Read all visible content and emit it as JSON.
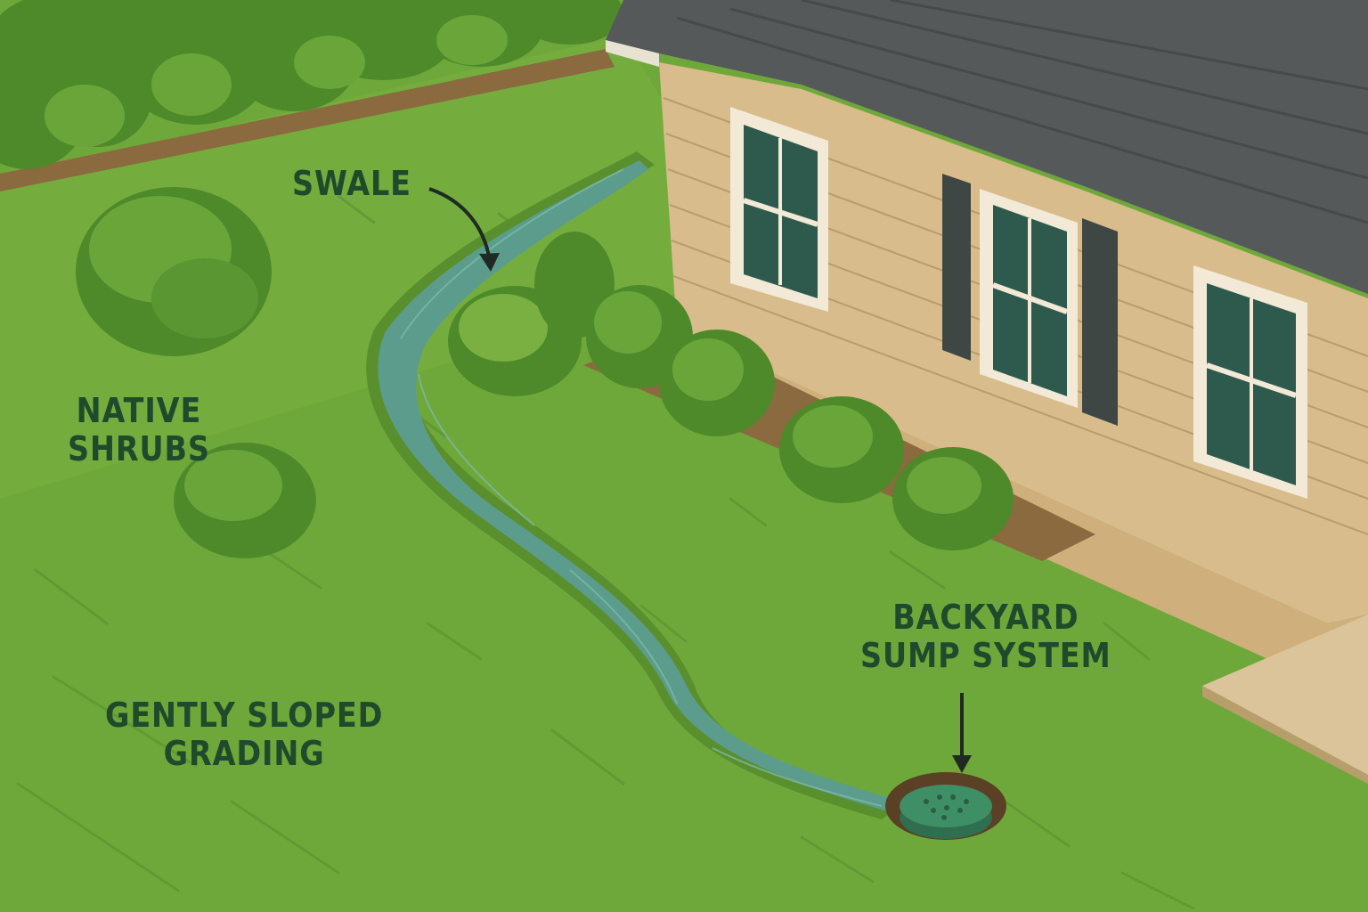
{
  "labels": {
    "swale": {
      "lines": [
        "SWALE"
      ]
    },
    "native_shrubs": {
      "lines": [
        "NATIVE",
        "SHRUBS"
      ]
    },
    "gently_sloped_grading": {
      "lines": [
        "GENTLY SLOPED",
        "GRADING"
      ]
    },
    "backyard_sump_system": {
      "lines": [
        "BACKYARD",
        "SUMP SYSTEM"
      ]
    }
  },
  "colors": {
    "label_text": "#1f4a2c",
    "lawn": "#6ea63a",
    "lawn_dark": "#5a8f2e",
    "hedge": "#4f8a2a",
    "swale_water": "#5c9c8c",
    "siding": "#d8bc8c",
    "foundation": "#cfb07c",
    "roof": "#55595a",
    "window_glass": "#2e5a4e",
    "window_trim": "#f2ead6",
    "shutter": "#3f4744",
    "sump_lid": "#3f8f66",
    "patio": "#dcc49a",
    "arrow": "#1f2a22"
  }
}
